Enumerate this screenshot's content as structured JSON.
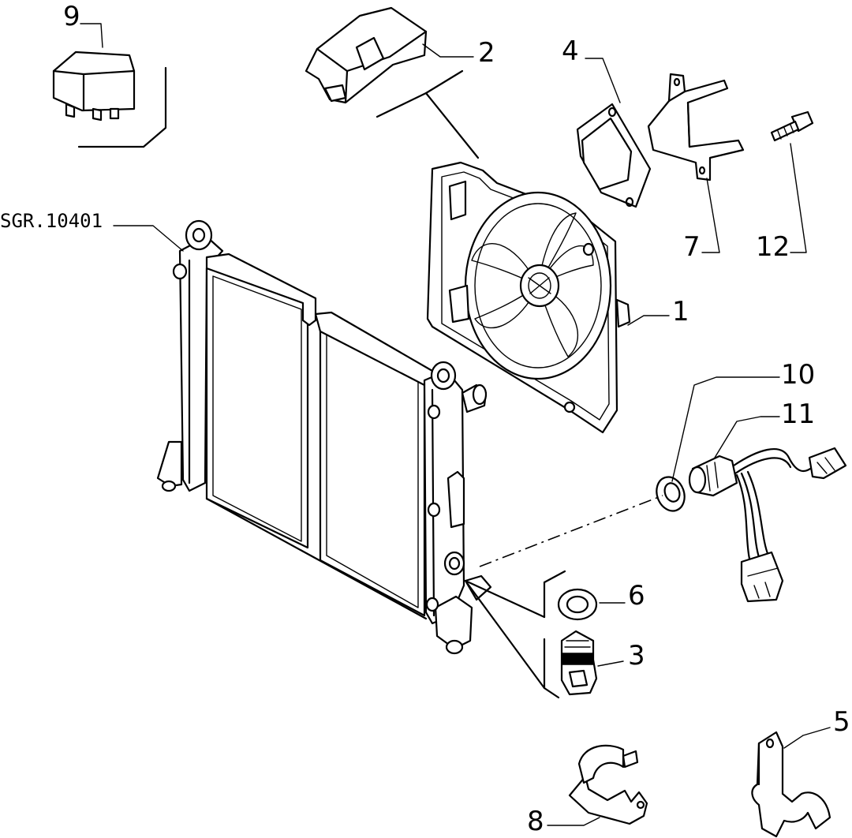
{
  "reference_code": "SGR.10401",
  "callouts": {
    "c1": "1",
    "c2": "2",
    "c3": "3",
    "c4": "4",
    "c5": "5",
    "c6": "6",
    "c7": "7",
    "c8": "8",
    "c9": "9",
    "c10": "10",
    "c11": "11",
    "c12": "12"
  }
}
